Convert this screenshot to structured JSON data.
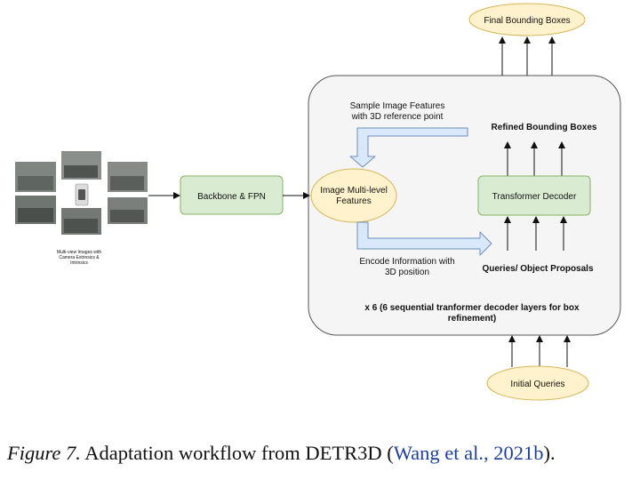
{
  "diagram": {
    "input_label": [
      "Multi-view Images with",
      "Camera Extrinsics &",
      "Intrinsics"
    ],
    "backbone": "Backbone & FPN",
    "image_features": [
      "Image Multi-level",
      "Features"
    ],
    "sample_features": [
      "Sample Image Features",
      "with 3D reference point"
    ],
    "refined_boxes": "Refined Bounding Boxes",
    "transformer_decoder": "Transformer Decoder",
    "encode_info": [
      "Encode Information with",
      "3D position"
    ],
    "queries": "Queries/ Object Proposals",
    "repeat_note": [
      "x 6 (6 sequential tranformer decoder layers for box",
      "refinement)"
    ],
    "final_boxes": "Final Bounding Boxes",
    "initial_queries": "Initial Queries"
  },
  "caption": {
    "figure_label": "Figure 7.",
    "text": " Adaptation workflow from DETR3D (",
    "citation": "Wang et al., 2021b",
    "end": ")."
  },
  "colors": {
    "green_fill": "#d9ecd2",
    "green_stroke": "#82b366",
    "yellow_fill": "#fff2cc",
    "yellow_stroke": "#d6b656",
    "blue_fill": "#dae8fc",
    "blue_stroke": "#6c8ebf",
    "panel_fill": "#f5f5f5",
    "panel_stroke": "#555555"
  }
}
